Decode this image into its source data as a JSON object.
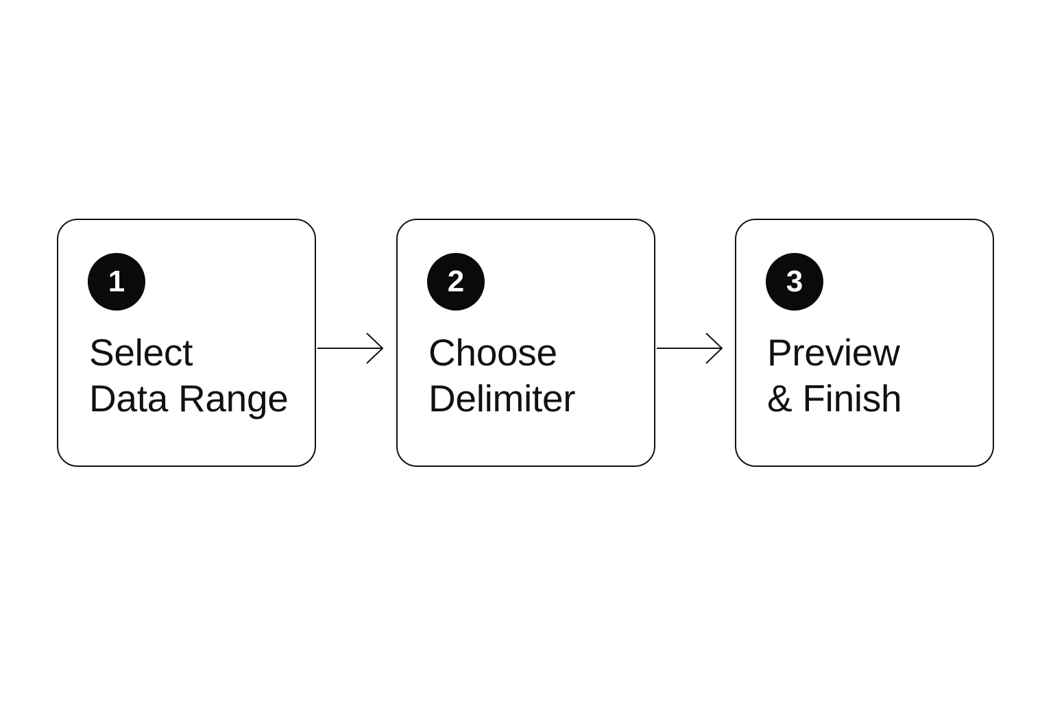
{
  "steps": [
    {
      "number": "1",
      "title_line1": "Select",
      "title_line2": "Data Range"
    },
    {
      "number": "2",
      "title_line1": "Choose",
      "title_line2": "Delimiter"
    },
    {
      "number": "3",
      "title_line1": "Preview",
      "title_line2": "& Finish"
    }
  ],
  "colors": {
    "stroke": "#111111",
    "badge_fill": "#0a0a0a",
    "badge_text": "#ffffff",
    "background": "#ffffff"
  },
  "icons": [
    "right-arrow-icon",
    "right-arrow-icon"
  ]
}
